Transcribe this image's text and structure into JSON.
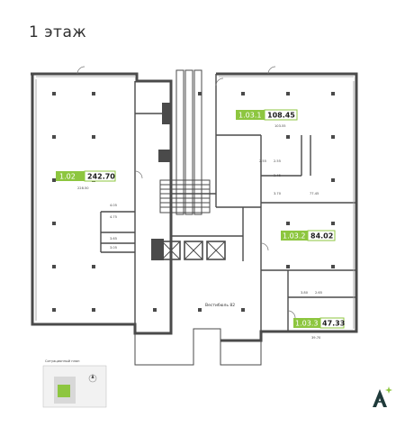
{
  "floor_title": "1 этаж",
  "units": [
    {
      "id": "1.02",
      "area": "242.70",
      "room_area": "228.50"
    },
    {
      "id": "1.03.1",
      "area": "108.45",
      "room_area": "103.55"
    },
    {
      "id": "1.03.2",
      "area": "84.02",
      "room_area": "77.45"
    },
    {
      "id": "1.03.3",
      "area": "47.33",
      "room_area": "39.70"
    }
  ],
  "room_labels": {
    "r1": "4.05",
    "r2": "4.75",
    "r3": "3.65",
    "r4": "3.05",
    "r5": "2.55",
    "r6": "2.55",
    "r7": "2.45",
    "r8": "3.70",
    "r9": "3.80",
    "r10": "2.65"
  },
  "lobby_label": "Вестибюль 82",
  "site_plan_caption": "Ситуационный план",
  "colors": {
    "accent": "#8dc63f",
    "wall": "#4a4a4a",
    "logo": "#1f3a3a"
  },
  "icons": {
    "logo": "brand-logo-icon",
    "compass": "compass-icon"
  }
}
